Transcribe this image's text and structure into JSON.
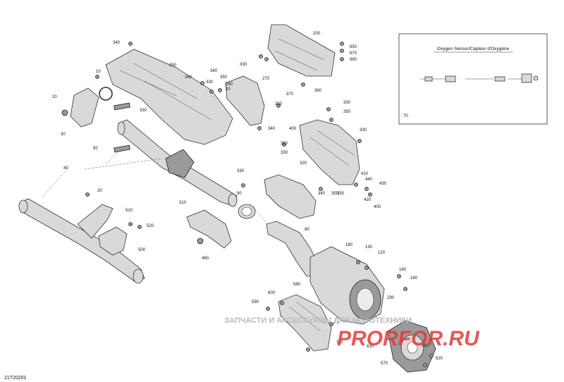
{
  "diagram_code": "21T20201",
  "inset": {
    "title": "Oxygen Sensor/Capteur d'Oxygène",
    "label": "70"
  },
  "watermark": {
    "line1": "ЗАПЧАСТИ И АКСЕССУАРЫ ДЛЯ МОТОТЕХНИКИ",
    "line2": "PRORFOR.RU"
  },
  "callouts": [
    "340",
    "200",
    "650",
    "670",
    "660",
    "250",
    "10",
    "340",
    "330",
    "340",
    "350",
    "330",
    "270",
    "20",
    "330",
    "10",
    "370",
    "360",
    "350",
    "330",
    "30",
    "330",
    "350",
    "340",
    "400",
    "350",
    "330",
    "330",
    "50",
    "320",
    "350",
    "40",
    "330",
    "20",
    "410",
    "440",
    "430",
    "90",
    "340",
    "350",
    "420",
    "400",
    "510",
    "520",
    "310",
    "500",
    "80",
    "460",
    "180",
    "130",
    "120",
    "160",
    "140",
    "600",
    "580",
    "290",
    "590",
    "110",
    "630",
    "570",
    "620",
    "560"
  ]
}
